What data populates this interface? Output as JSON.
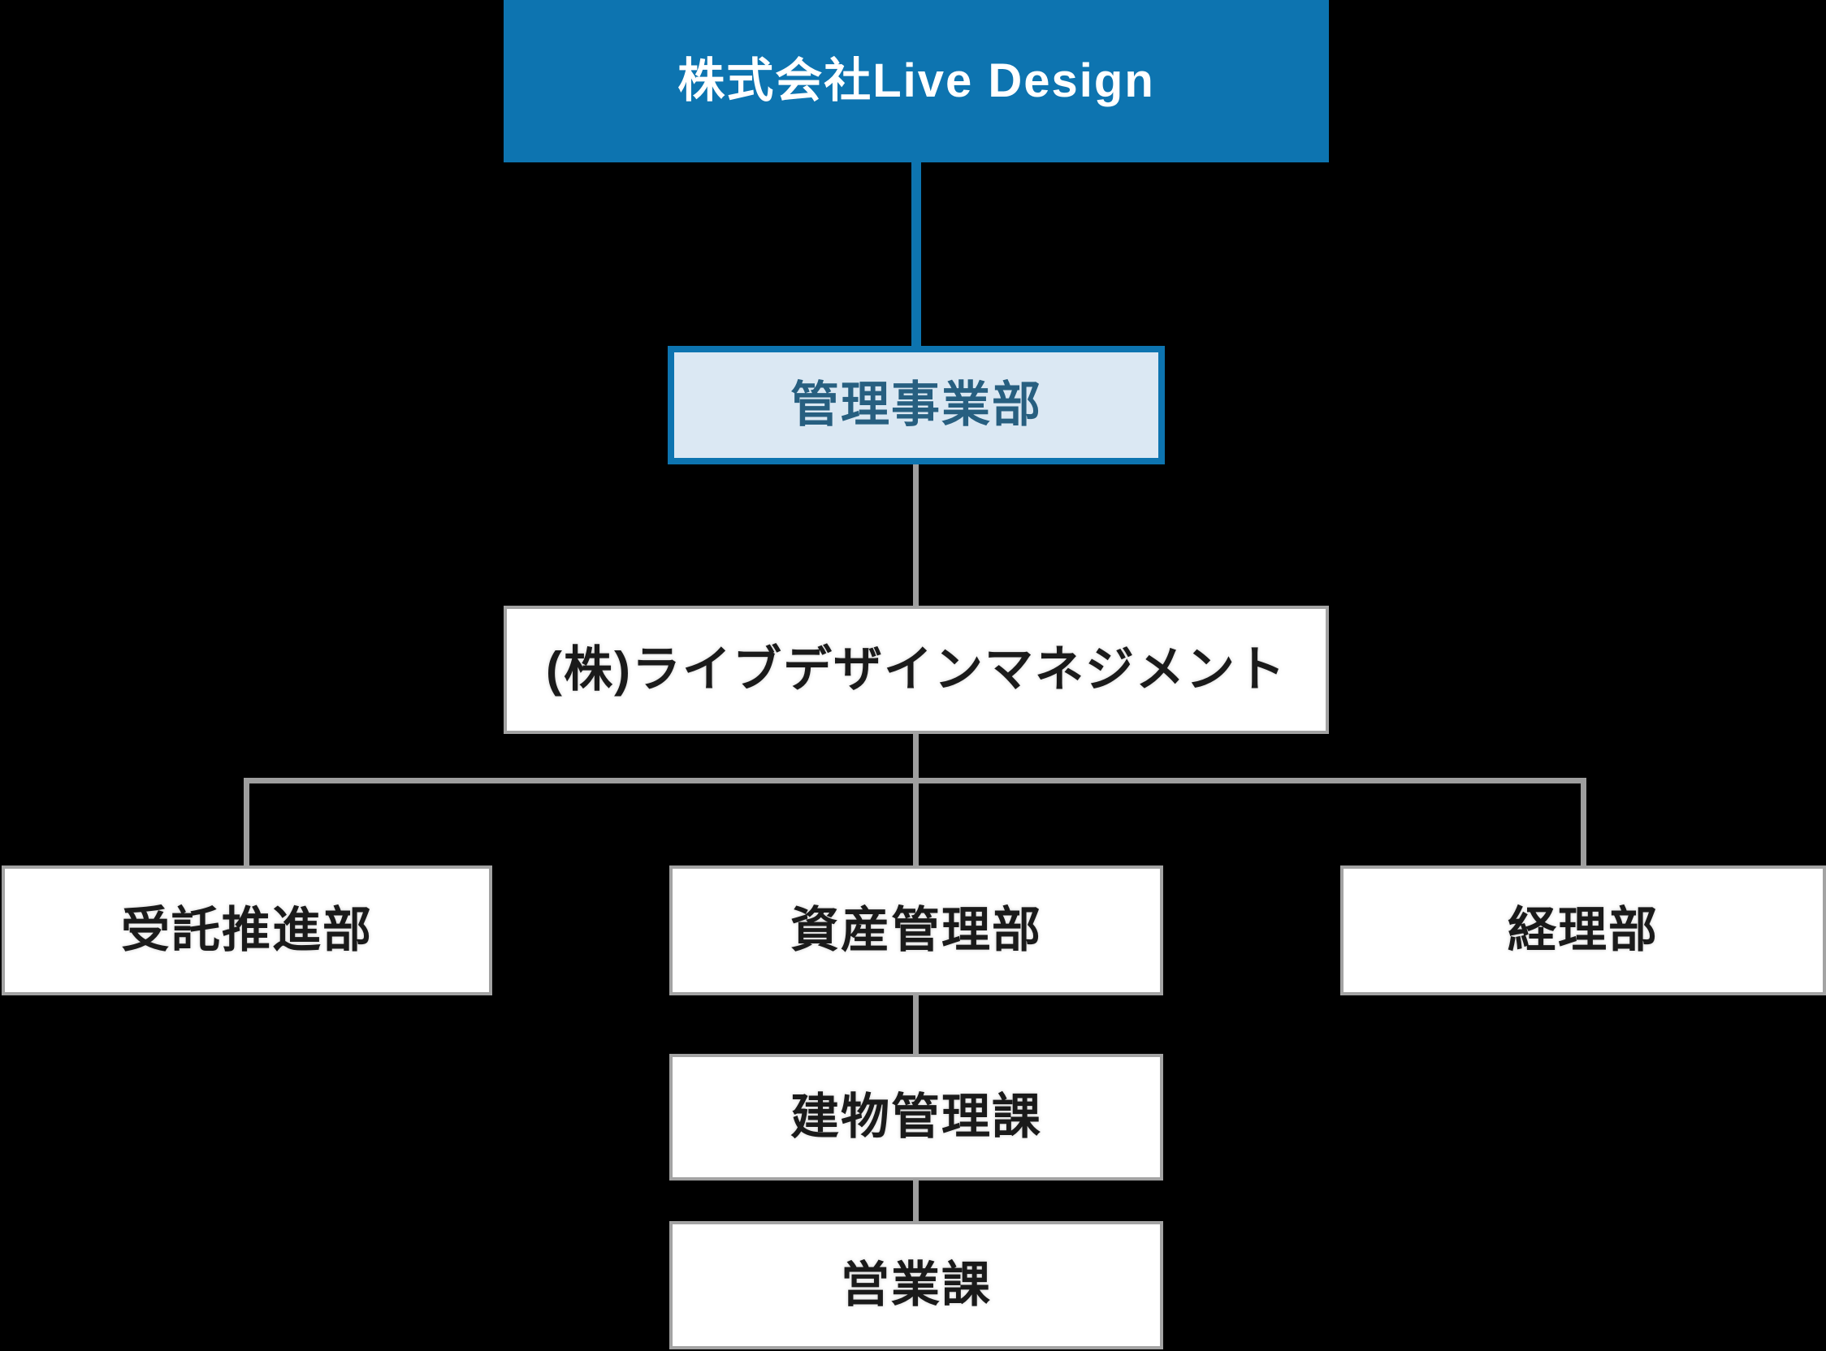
{
  "theme": {
    "primary-blue": "#0d74b0",
    "light-blue-fill": "#dbe8f3",
    "division-text": "#275f80",
    "connector-gray": "#9e9e9e",
    "box-border-gray": "#a3a3a3",
    "box-text-black": "#1a1a1a",
    "background": "#000000",
    "root-text": "#ffffff",
    "box-fill": "#ffffff"
  },
  "org": {
    "root": {
      "label": "株式会社Live Design"
    },
    "division": {
      "label": "管理事業部"
    },
    "management_company": {
      "label": "(株)ライブデザインマネジメント"
    },
    "departments": [
      {
        "label": "受託推進部"
      },
      {
        "label": "資産管理部"
      },
      {
        "label": "経理部"
      }
    ],
    "sections": [
      {
        "label": "建物管理課"
      },
      {
        "label": "営業課"
      }
    ]
  }
}
